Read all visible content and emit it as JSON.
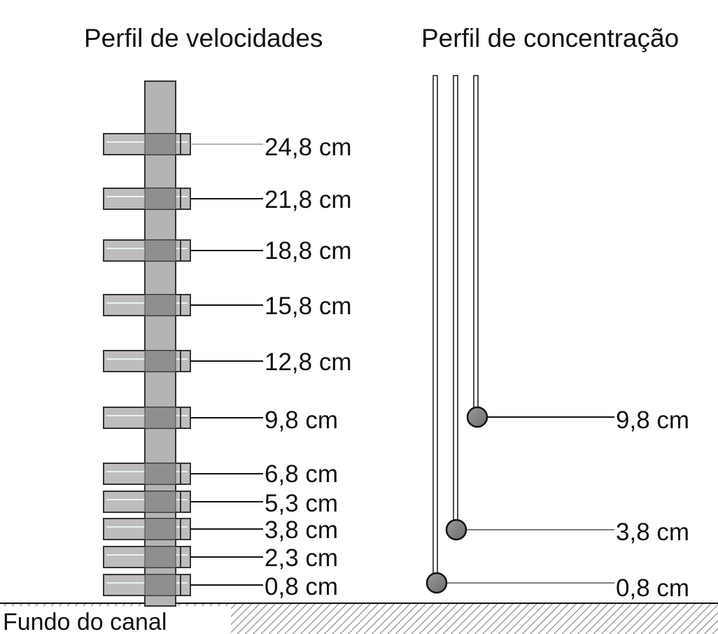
{
  "velocity_panel": {
    "title": "Perfil de velocidades",
    "probes": [
      {
        "height": "24,8 cm"
      },
      {
        "height": "21,8 cm"
      },
      {
        "height": "18,8 cm"
      },
      {
        "height": "15,8 cm"
      },
      {
        "height": "12,8 cm"
      },
      {
        "height": "9,8 cm"
      },
      {
        "height": "6,8 cm"
      },
      {
        "height": "5,3 cm"
      },
      {
        "height": "3,8 cm"
      },
      {
        "height": "2,3 cm"
      },
      {
        "height": "0,8 cm"
      }
    ]
  },
  "concentration_panel": {
    "title": "Perfil de concentração",
    "samplers": [
      {
        "height": "9,8 cm"
      },
      {
        "height": "3,8 cm"
      },
      {
        "height": "0,8 cm"
      }
    ]
  },
  "channel_bed": {
    "label": "Fundo do canal"
  },
  "colors": {
    "mast_fill": "#b4b4b4",
    "probe_fill": "#bdbdbd",
    "probe_highlight": "#e8f2f6",
    "sampler_ball": "#808080",
    "line": "#111111"
  }
}
